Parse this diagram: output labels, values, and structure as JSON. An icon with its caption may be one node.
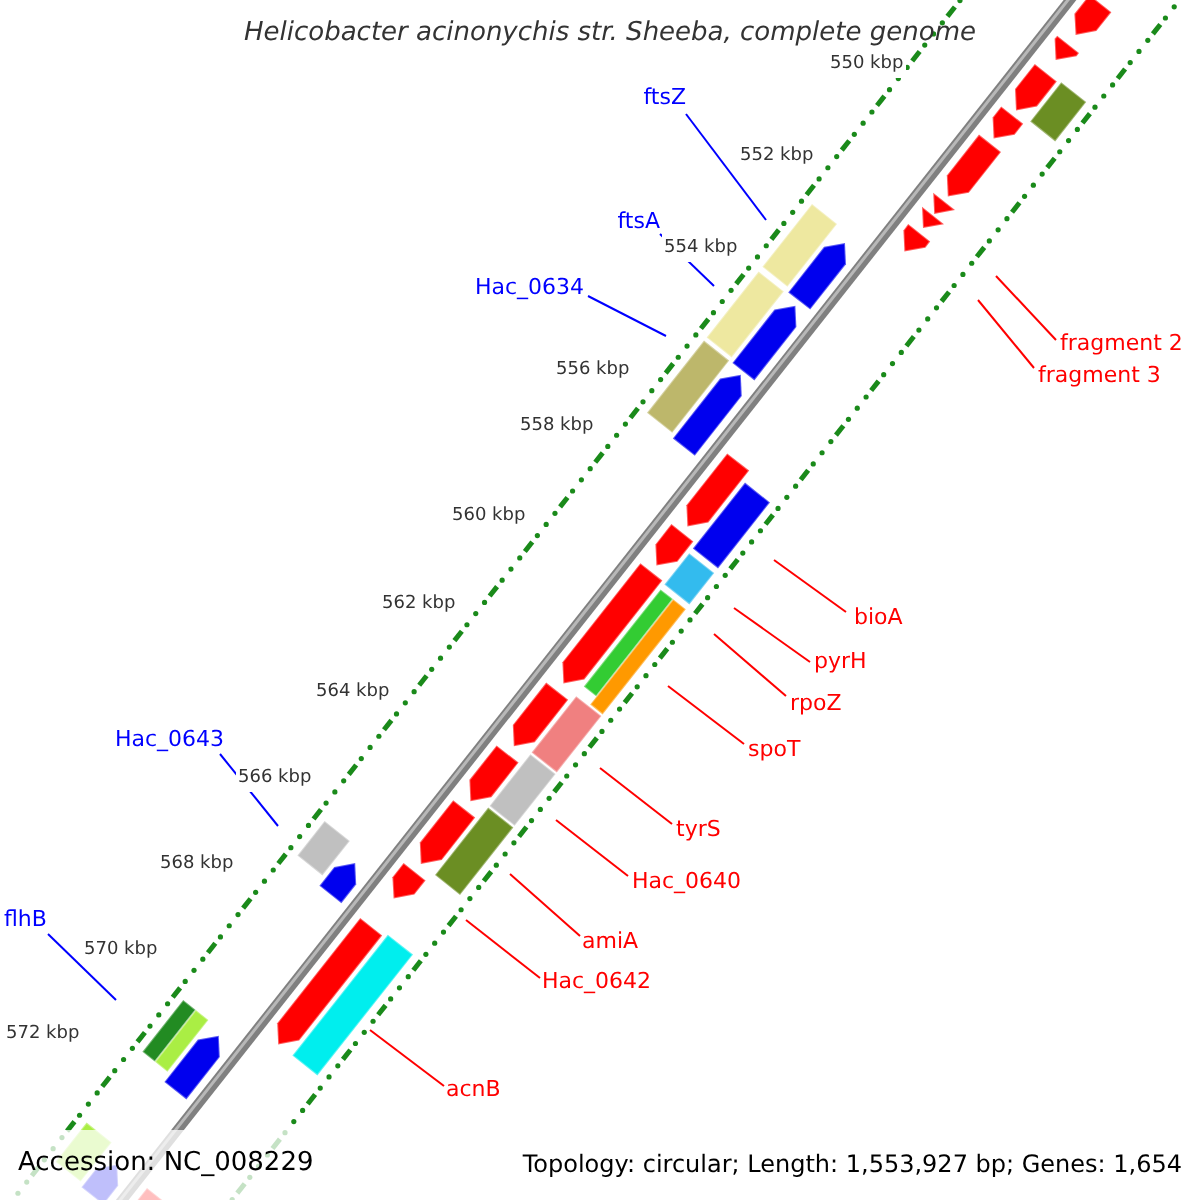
{
  "diagram": {
    "title": "Helicobacter acinonychis str. Sheeba, complete genome",
    "nodes": [
      {
        "text": [
          "ftsZ"
        ]
      },
      {
        "text": [
          "ftsA"
        ]
      },
      {
        "text": [
          "Hac_0634"
        ]
      },
      {
        "text": [
          "fragment 2"
        ]
      },
      {
        "text": [
          "fragment 3"
        ]
      },
      {
        "text": [
          "bioA"
        ]
      },
      {
        "text": [
          "pyrH"
        ]
      },
      {
        "text": [
          "rpoZ"
        ]
      },
      {
        "text": [
          "spoT"
        ]
      },
      {
        "text": [
          "tyrS"
        ]
      },
      {
        "text": [
          "Hac_0640"
        ]
      },
      {
        "text": [
          "amiA"
        ]
      },
      {
        "text": [
          "Hac_0642"
        ]
      },
      {
        "text": [
          "acnB"
        ]
      },
      {
        "text": [
          "Hac_0643"
        ]
      },
      {
        "text": [
          "flhB"
        ]
      }
    ],
    "edges": [
      {
        "from": 0,
        "to": null,
        "arrow": "none",
        "color": "#0000ff"
      },
      {
        "from": 1,
        "to": null,
        "arrow": "none",
        "color": "#0000ff"
      },
      {
        "from": 2,
        "to": null,
        "arrow": "none",
        "color": "#0000ff"
      },
      {
        "from": 3,
        "to": null,
        "arrow": "none"
      },
      {
        "from": 4,
        "to": null,
        "arrow": "none"
      },
      {
        "from": 5,
        "to": null,
        "arrow": "none"
      },
      {
        "from": 6,
        "to": null,
        "arrow": "none"
      },
      {
        "from": 7,
        "to": null,
        "arrow": "none"
      },
      {
        "from": 8,
        "to": null,
        "arrow": "none"
      },
      {
        "from": 9,
        "to": null,
        "arrow": "none"
      },
      {
        "from": 10,
        "to": null,
        "arrow": "none"
      },
      {
        "from": 11,
        "to": null,
        "arrow": "none"
      },
      {
        "from": 12,
        "to": null,
        "arrow": "none"
      },
      {
        "from": 13,
        "to": null,
        "arrow": "none"
      },
      {
        "from": 14,
        "to": null,
        "arrow": "none",
        "color": "#0000ff"
      },
      {
        "from": 15,
        "to": null,
        "arrow": "none",
        "color": "#0000ff"
      }
    ],
    "labels": [
      "550 kbp",
      "552 kbp",
      "554 kbp",
      "556 kbp",
      "558 kbp",
      "560 kbp",
      "562 kbp",
      "564 kbp",
      "566 kbp",
      "568 kbp",
      "570 kbp",
      "572 kbp",
      "Accession: NC_008229",
      "Topology: circular; Length: 1,553,927 bp; Genes: 1,654"
    ]
  }
}
